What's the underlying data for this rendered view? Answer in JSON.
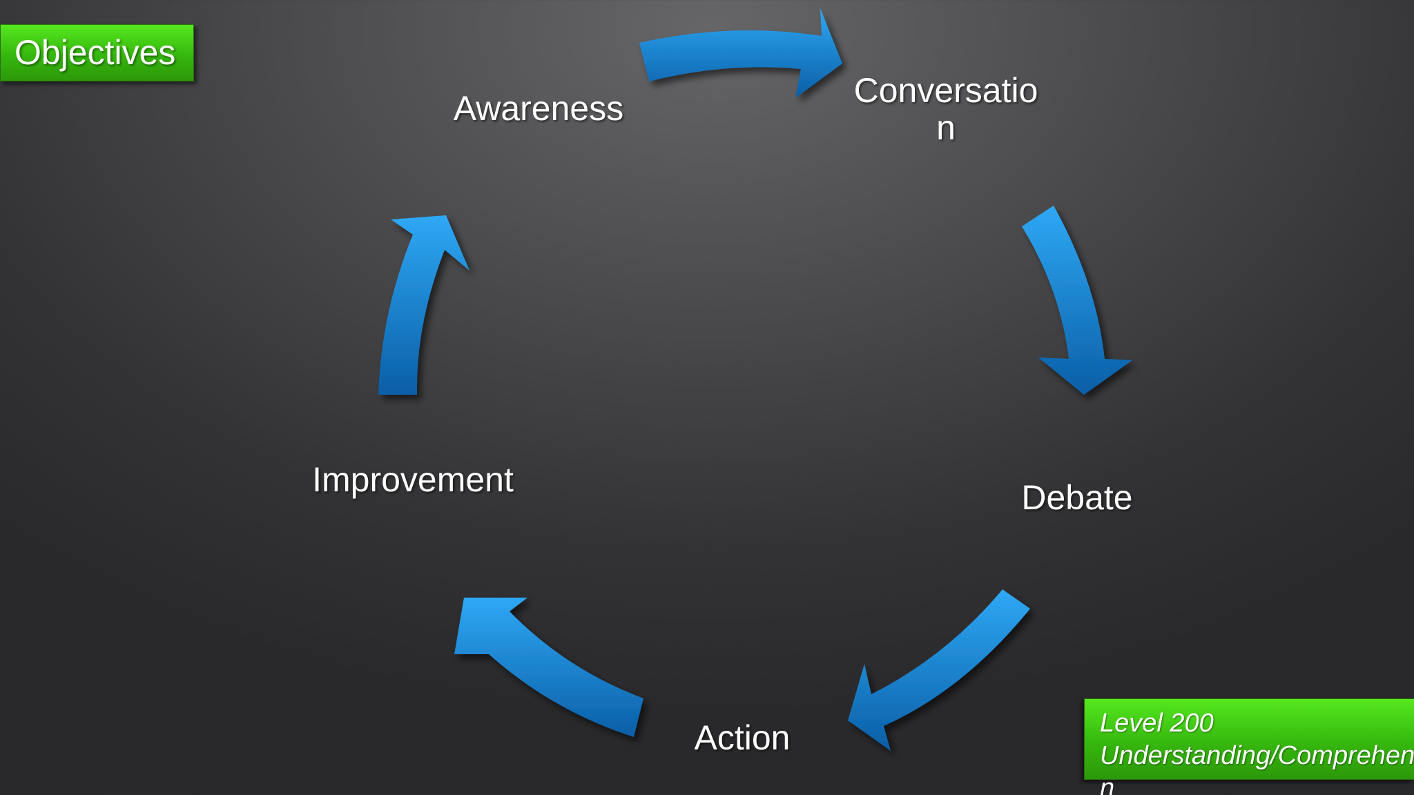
{
  "title": "Objectives",
  "level": {
    "line1": "Level 200",
    "line2": "Understanding/Comprehension"
  },
  "cycle": {
    "stages": [
      "Awareness",
      "Conversation",
      "Debate",
      "Action",
      "Improvement"
    ],
    "label_color": "#ffffff"
  },
  "colors": {
    "arrow_light": "#2fa8f5",
    "arrow_dark": "#0a5ea6",
    "green_badge": "#3fc914"
  }
}
